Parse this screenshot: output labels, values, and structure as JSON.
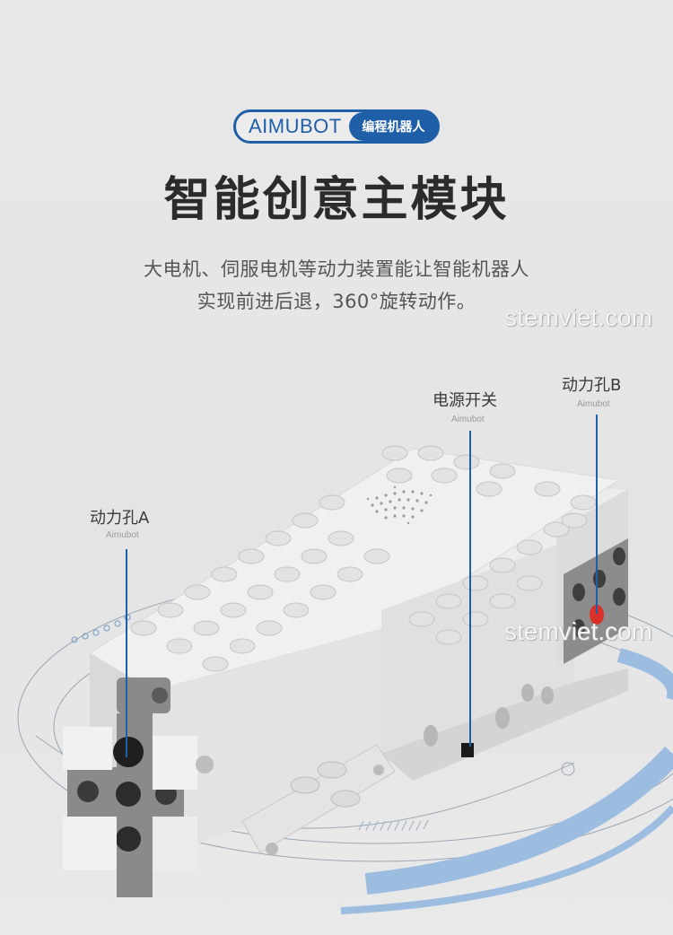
{
  "brand": {
    "name": "AIMUBOT",
    "tag": "编程机器人",
    "color": "#1f5fa8"
  },
  "title": "智能创意主模块",
  "subtitle": {
    "line1": "大电机、伺服电机等动力装置能让智能机器人",
    "line2": "实现前进后退，360°旋转动作。"
  },
  "watermarks": [
    "stemviet.com",
    "stemviet.com"
  ],
  "callouts": [
    {
      "label": "动力孔A",
      "sub": "Aimubot"
    },
    {
      "label": "电源开关",
      "sub": "Aimubot"
    },
    {
      "label": "动力孔B",
      "sub": "Aimubot"
    }
  ],
  "colors": {
    "background": "#e6e6e6",
    "accent_line": "#1f5fa8",
    "arc_blue": "#9dbde0",
    "brick_light": "#e9e9e9",
    "brick_dark": "#8a8a8a",
    "port_red": "#d9302a"
  }
}
